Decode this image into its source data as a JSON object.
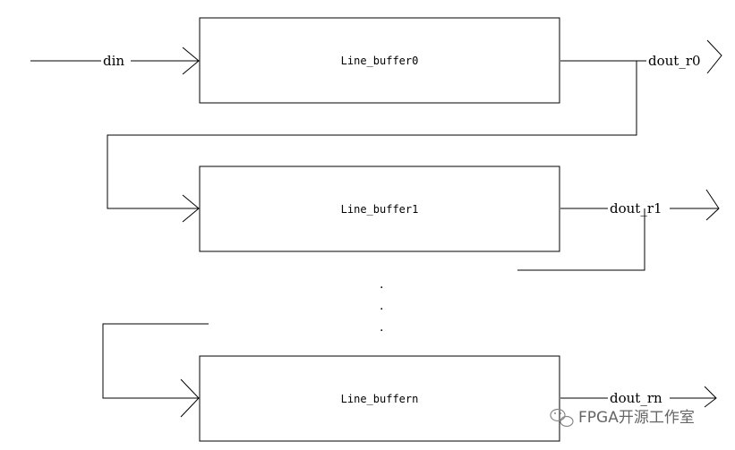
{
  "diagram": {
    "input_label": "din",
    "blocks": [
      {
        "name": "Line_buffer0",
        "output": "dout_r0"
      },
      {
        "name": "Line_buffer1",
        "output": "dout_r1"
      },
      {
        "name": "Line_buffern",
        "output": "dout_rn"
      }
    ],
    "ellipsis": [
      ".",
      ".",
      "."
    ]
  },
  "watermark": {
    "text": "FPGA开源工作室",
    "icon": "wechat-icon"
  }
}
